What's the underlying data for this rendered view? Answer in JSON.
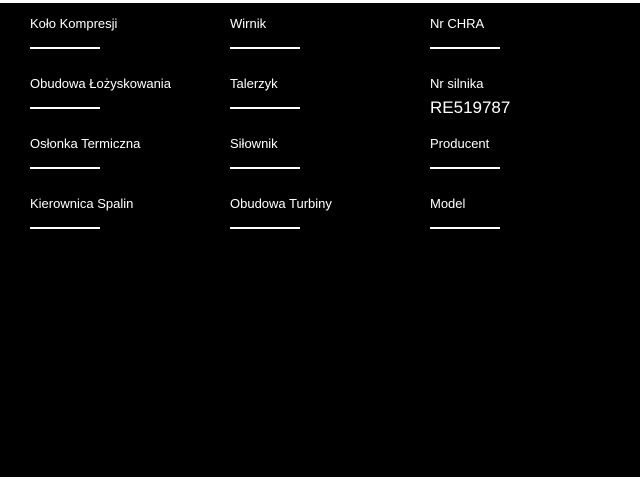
{
  "page": {
    "background_color": "#000000",
    "text_color": "#ffffff"
  },
  "columns": [
    {
      "fields": [
        {
          "label": "Koło Kompresji",
          "value": ""
        },
        {
          "label": "Obudowa Łożyskowania",
          "value": ""
        },
        {
          "label": "Osłonka Termiczna",
          "value": ""
        },
        {
          "label": "Kierownica Spalin",
          "value": ""
        }
      ]
    },
    {
      "fields": [
        {
          "label": "Wirnik",
          "value": ""
        },
        {
          "label": "Talerzyk",
          "value": ""
        },
        {
          "label": "Siłownik",
          "value": ""
        },
        {
          "label": "Obudowa Turbiny",
          "value": ""
        }
      ]
    },
    {
      "fields": [
        {
          "label": "Nr CHRA",
          "value": ""
        },
        {
          "label": "Nr silnika",
          "value": "RE519787"
        },
        {
          "label": "Producent",
          "value": ""
        },
        {
          "label": "Model",
          "value": ""
        }
      ]
    }
  ]
}
